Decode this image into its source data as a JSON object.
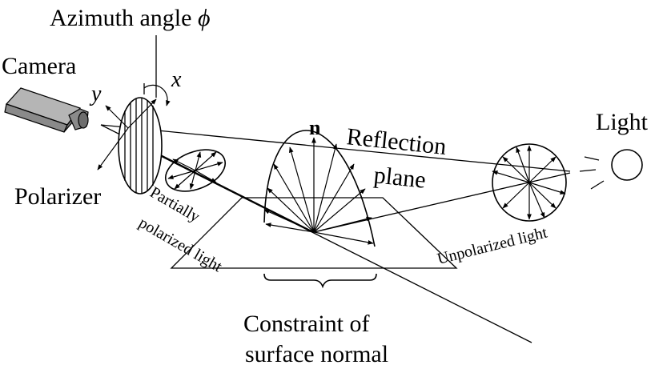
{
  "diagram": {
    "labels": {
      "azimuth_text": "Azimuth angle ",
      "azimuth_symbol": "ϕ",
      "camera": "Camera",
      "axis_y": "y",
      "axis_x": "x",
      "polarizer": "Polarizer",
      "partially_line1": "Partially",
      "partially_line2": "polarized light",
      "normal": "n",
      "reflection_line1": "Reflection",
      "reflection_line2": "plane",
      "light": "Light",
      "unpolarized": "Unpolarized light",
      "constraint_line1": "Constraint of",
      "constraint_line2": "surface normal"
    },
    "colors": {
      "stroke": "#000000",
      "camera_fill": "#8a8a8a",
      "camera_side": "#6e6e6e",
      "camera_top": "#b5b5b5",
      "background": "#ffffff"
    },
    "icons": [
      "camera-icon",
      "light-bulb-icon",
      "polarizer-disc-icon"
    ]
  }
}
